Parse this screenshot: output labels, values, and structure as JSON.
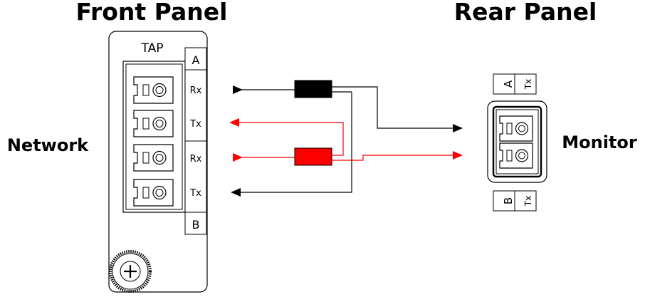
{
  "headings": {
    "front": "Front Panel",
    "rear": "Rear Panel"
  },
  "side_labels": {
    "left": "Network",
    "right": "Monitor"
  },
  "front_panel": {
    "title": "TAP",
    "group_a": "A",
    "group_b": "B",
    "ports": [
      "Rx",
      "Tx",
      "Rx",
      "Tx"
    ]
  },
  "rear_panel": {
    "top_label": "A",
    "top_port": "Tx",
    "bottom_label": "B",
    "bottom_port": "Tx"
  },
  "colors": {
    "path_a": "#000000",
    "path_b": "#ff0000"
  },
  "icons": {
    "port": "sc-fiber-port-icon",
    "screw": "thumbscrew-icon",
    "splitter": "optical-splitter-icon",
    "arrow": "arrowhead-icon"
  }
}
